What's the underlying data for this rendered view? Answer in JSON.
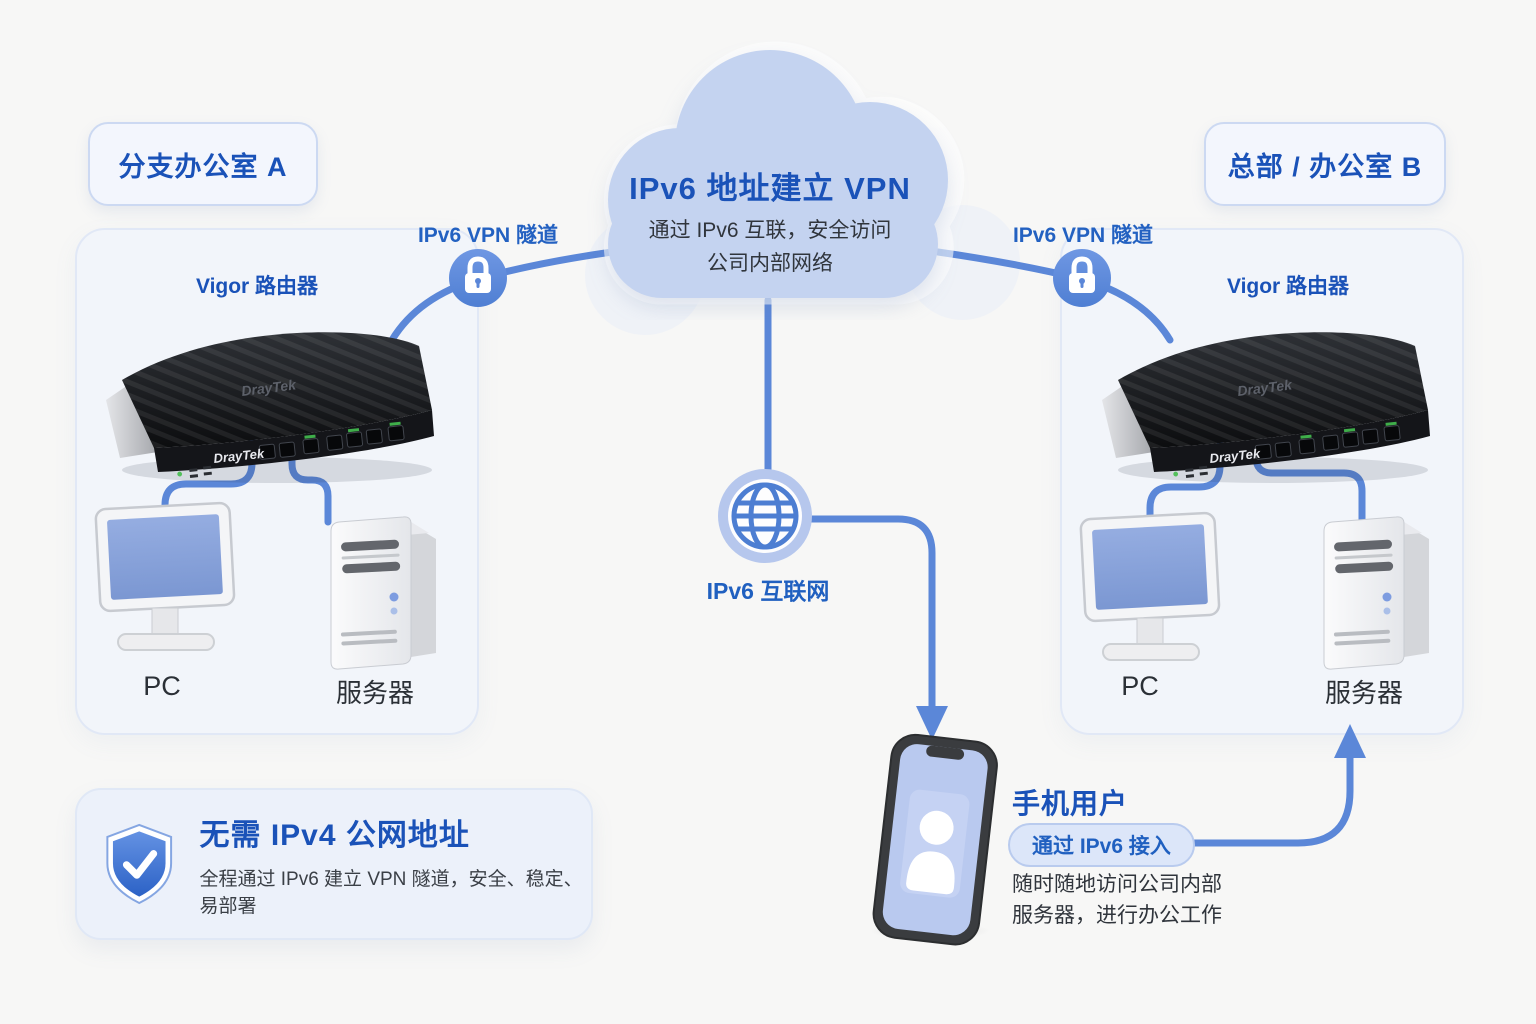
{
  "colors": {
    "accent_line": "#5b87d8",
    "heading_blue": "#1a52b8",
    "label_blue": "#2361c1",
    "text_dark": "#30353c"
  },
  "cloud": {
    "title": "IPv6 地址建立 VPN",
    "subtitle1": "通过 IPv6 互联，安全访问",
    "subtitle2": "公司内部网络"
  },
  "badges": {
    "left": "分支办公室 A",
    "right": "总部 / 办公室 B"
  },
  "tunnels": {
    "left": "IPv6 VPN 隧道",
    "right": "IPv6 VPN 隧道"
  },
  "sites": {
    "a": {
      "router_label": "Vigor 路由器",
      "pc_label": "PC",
      "server_label": "服务器"
    },
    "b": {
      "router_label": "Vigor 路由器",
      "pc_label": "PC",
      "server_label": "服务器"
    }
  },
  "internet": {
    "label": "IPv6 互联网"
  },
  "mobile": {
    "title": "手机用户",
    "access_badge": "通过 IPv6 接入",
    "desc1": "随时随地访问公司内部",
    "desc2": "服务器，进行办公工作"
  },
  "feature": {
    "title": "无需 IPv4 公网地址",
    "subtitle": "全程通过 IPv6 建立 VPN 隧道，安全、稳定、易部署"
  },
  "brand": {
    "name": "DrayTek"
  },
  "icons": [
    "lock-icon",
    "globe-icon",
    "shield-check-icon",
    "user-avatar-icon",
    "arrow-down-icon",
    "arrow-up-icon",
    "cloud-shape"
  ]
}
